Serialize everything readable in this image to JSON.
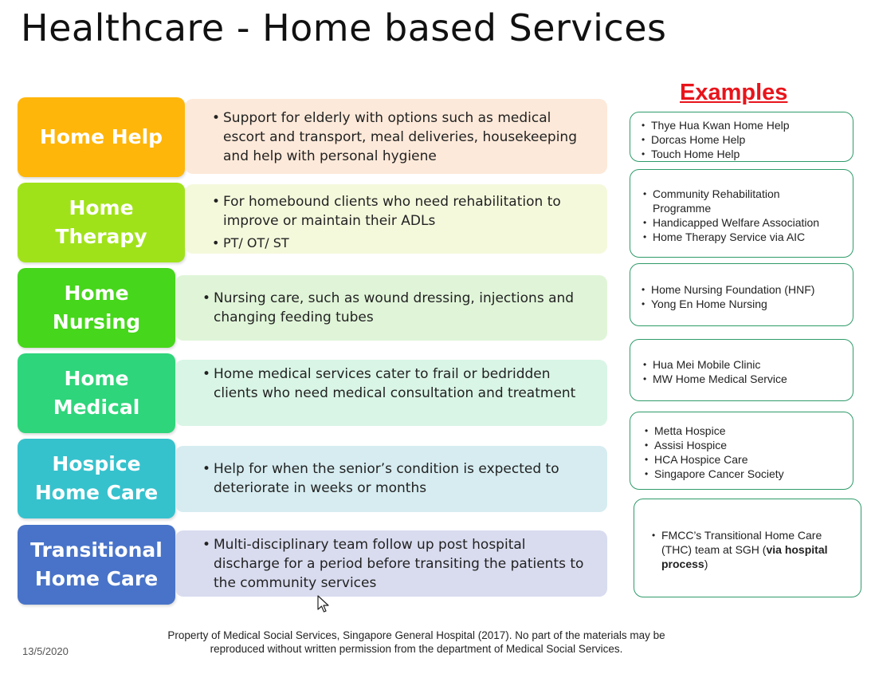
{
  "title": "Healthcare - Home based Services",
  "examples_heading": "Examples",
  "services": [
    {
      "label": [
        "Home Help"
      ],
      "color": "#ffb60a",
      "desc_bg": "#fde9d9",
      "points": [
        "Support for elderly with options such as medical escort and transport, meal deliveries, housekeeping and help with personal hygiene"
      ],
      "examples": [
        "Thye Hua Kwan Home Help",
        "Dorcas Home Help",
        "Touch Home Help"
      ]
    },
    {
      "label": [
        "Home",
        "Therapy"
      ],
      "color": "#a0e21a",
      "desc_bg": "#f5f9dc",
      "points": [
        "For homebound clients who need rehabilitation to improve or maintain their ADLs",
        "PT/ OT/ ST"
      ],
      "examples": [
        "Community Rehabilitation Programme",
        "Handicapped Welfare Association",
        "Home Therapy Service via AIC"
      ]
    },
    {
      "label": [
        "Home",
        "Nursing"
      ],
      "color": "#46d61b",
      "desc_bg": "#e0f5d8",
      "points": [
        "Nursing care, such as wound dressing, injections and changing feeding tubes"
      ],
      "examples": [
        "Home Nursing Foundation (HNF)",
        "Yong En Home Nursing"
      ]
    },
    {
      "label": [
        "Home",
        "Medical"
      ],
      "color": "#2ed57a",
      "desc_bg": "#d9f5e6",
      "points": [
        "Home medical services cater to frail or bedridden clients who need medical consultation and treatment"
      ],
      "examples": [
        "Hua Mei Mobile Clinic",
        "MW Home Medical Service"
      ]
    },
    {
      "label": [
        "Hospice",
        "Home Care"
      ],
      "color": "#36c2cd",
      "desc_bg": "#d6ecf0",
      "points": [
        "Help for when the senior’s condition is expected to deteriorate in weeks or months"
      ],
      "examples": [
        "Metta Hospice",
        "Assisi Hospice",
        "HCA Hospice Care",
        "Singapore Cancer Society"
      ]
    },
    {
      "label": [
        "Transitional",
        "Home Care"
      ],
      "color": "#4873c8",
      "desc_bg": "#d9dcef",
      "points": [
        "Multi-disciplinary team follow up post hospital discharge for a period before transiting the patients to the community services"
      ],
      "examples": []
    }
  ],
  "transitional_example": {
    "text_before": "FMCC’s Transitional Home Care (THC) team  at SGH (",
    "bold": "via hospital process",
    "text_after": ")"
  },
  "date": "13/5/2020",
  "footer": "Property of Medical Social Services, Singapore General Hospital (2017). No part of the materials may be reproduced without written permission from the department of Medical Social Services."
}
